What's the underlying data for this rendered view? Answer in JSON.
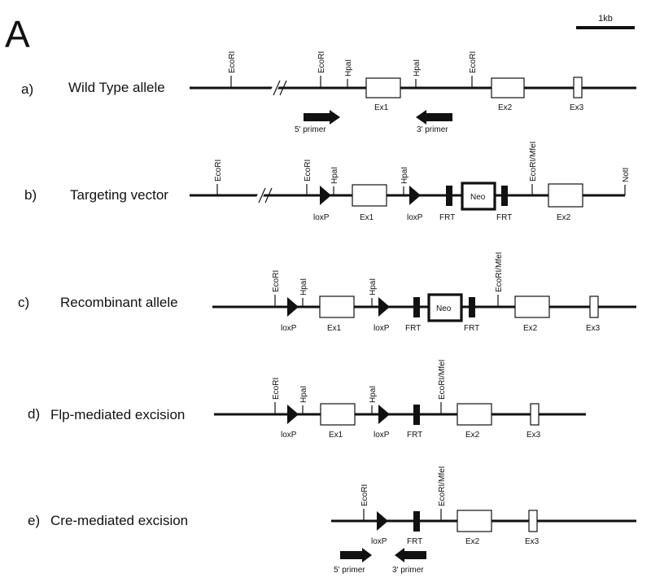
{
  "panel_letter": "A",
  "scale_label": "1kb",
  "rows": {
    "a": {
      "letter": "a)",
      "title": "Wild Type allele"
    },
    "b": {
      "letter": "b)",
      "title": "Targeting vector"
    },
    "c": {
      "letter": "c)",
      "title": "Recombinant allele"
    },
    "d": {
      "letter": "d)",
      "title": "Flp-mediated excision"
    },
    "e": {
      "letter": "e)",
      "title": "Cre-mediated excision"
    }
  },
  "labels": {
    "ecori": "EcoRI",
    "hpai": "HpaI",
    "ecori_mfei": "EcoRI/MfeI",
    "noti": "NotI",
    "ex1": "Ex1",
    "ex2": "Ex2",
    "ex3": "Ex3",
    "loxp": "loxP",
    "frt": "FRT",
    "neo": "Neo",
    "primer5": "5' primer",
    "primer3": "3' primer",
    "break": "//"
  },
  "colors": {
    "ink": "#111111",
    "background": "#ffffff"
  }
}
